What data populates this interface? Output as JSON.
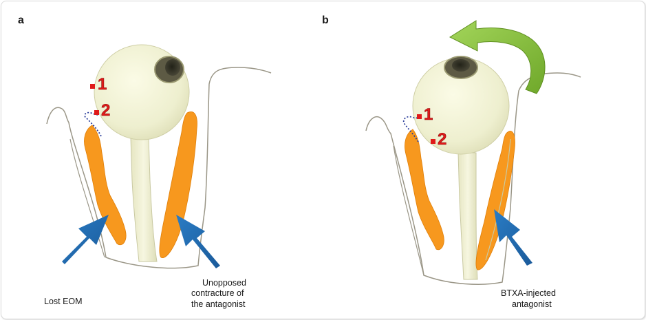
{
  "panels": {
    "a": {
      "letter": "a",
      "caption_left": "Lost EOM",
      "caption_right": [
        "Unopposed",
        "contracture of",
        "the antagonist"
      ],
      "point_1": "1",
      "point_2": "2"
    },
    "b": {
      "letter": "b",
      "caption_right": [
        "BTXA-injected",
        "antagonist"
      ],
      "point_1": "1",
      "point_2": "2"
    }
  },
  "colors": {
    "globe": "#eeefcf",
    "muscle": "#f7981e",
    "force_arrow": "#1f6cb3",
    "rotation_arrow": "#8cc63f",
    "point": "#e01a1a",
    "outline": "#9a9687",
    "insertion_dots": "#2b3d9a"
  },
  "icons": {
    "force_arrow": "blue-force-arrow-icon",
    "rotation_arrow": "green-rotation-arrow-icon"
  }
}
